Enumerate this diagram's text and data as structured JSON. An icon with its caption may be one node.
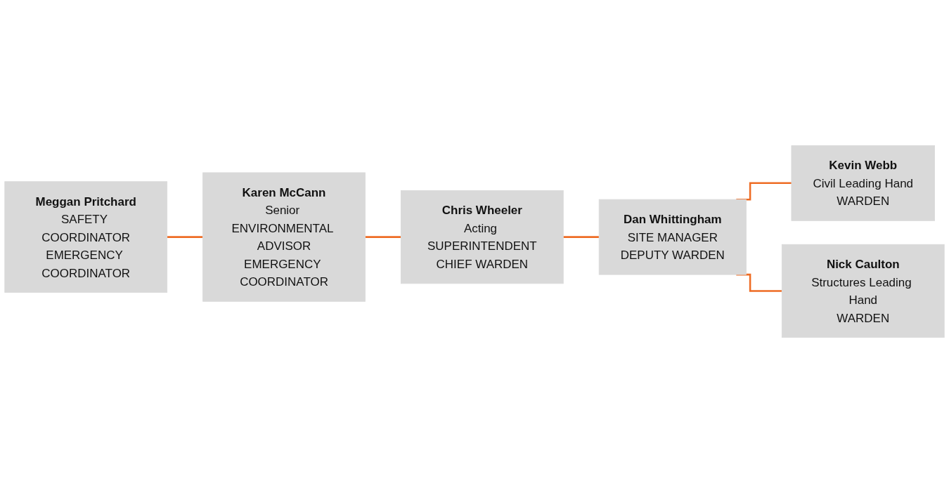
{
  "diagram": {
    "nodes": [
      {
        "text": [
          "Meggan Pritchard",
          "SAFETY COORDINATOR",
          "EMERGENCY COORDINATOR"
        ]
      },
      {
        "text": [
          "Karen McCann",
          "Senior ENVIRONMENTAL ADVISOR",
          "EMERGENCY COORDINATOR"
        ]
      },
      {
        "text": [
          "Chris Wheeler",
          "Acting SUPERINTENDENT",
          "CHIEF WARDEN"
        ]
      },
      {
        "text": [
          "Dan Whittingham",
          "SITE MANAGER",
          "DEPUTY WARDEN"
        ]
      },
      {
        "text": [
          "Kevin Webb",
          "Civil Leading Hand",
          "WARDEN"
        ]
      },
      {
        "text": [
          "Nick Caulton",
          "Structures Leading Hand",
          "WARDEN"
        ]
      }
    ],
    "edges": [
      {
        "from": 0,
        "to": 1,
        "arrow": "none"
      },
      {
        "from": 1,
        "to": 2,
        "arrow": "none"
      },
      {
        "from": 2,
        "to": 3,
        "arrow": "none"
      },
      {
        "from": 3,
        "to": 4,
        "arrow": "none"
      },
      {
        "from": 3,
        "to": 5,
        "arrow": "none"
      }
    ]
  }
}
